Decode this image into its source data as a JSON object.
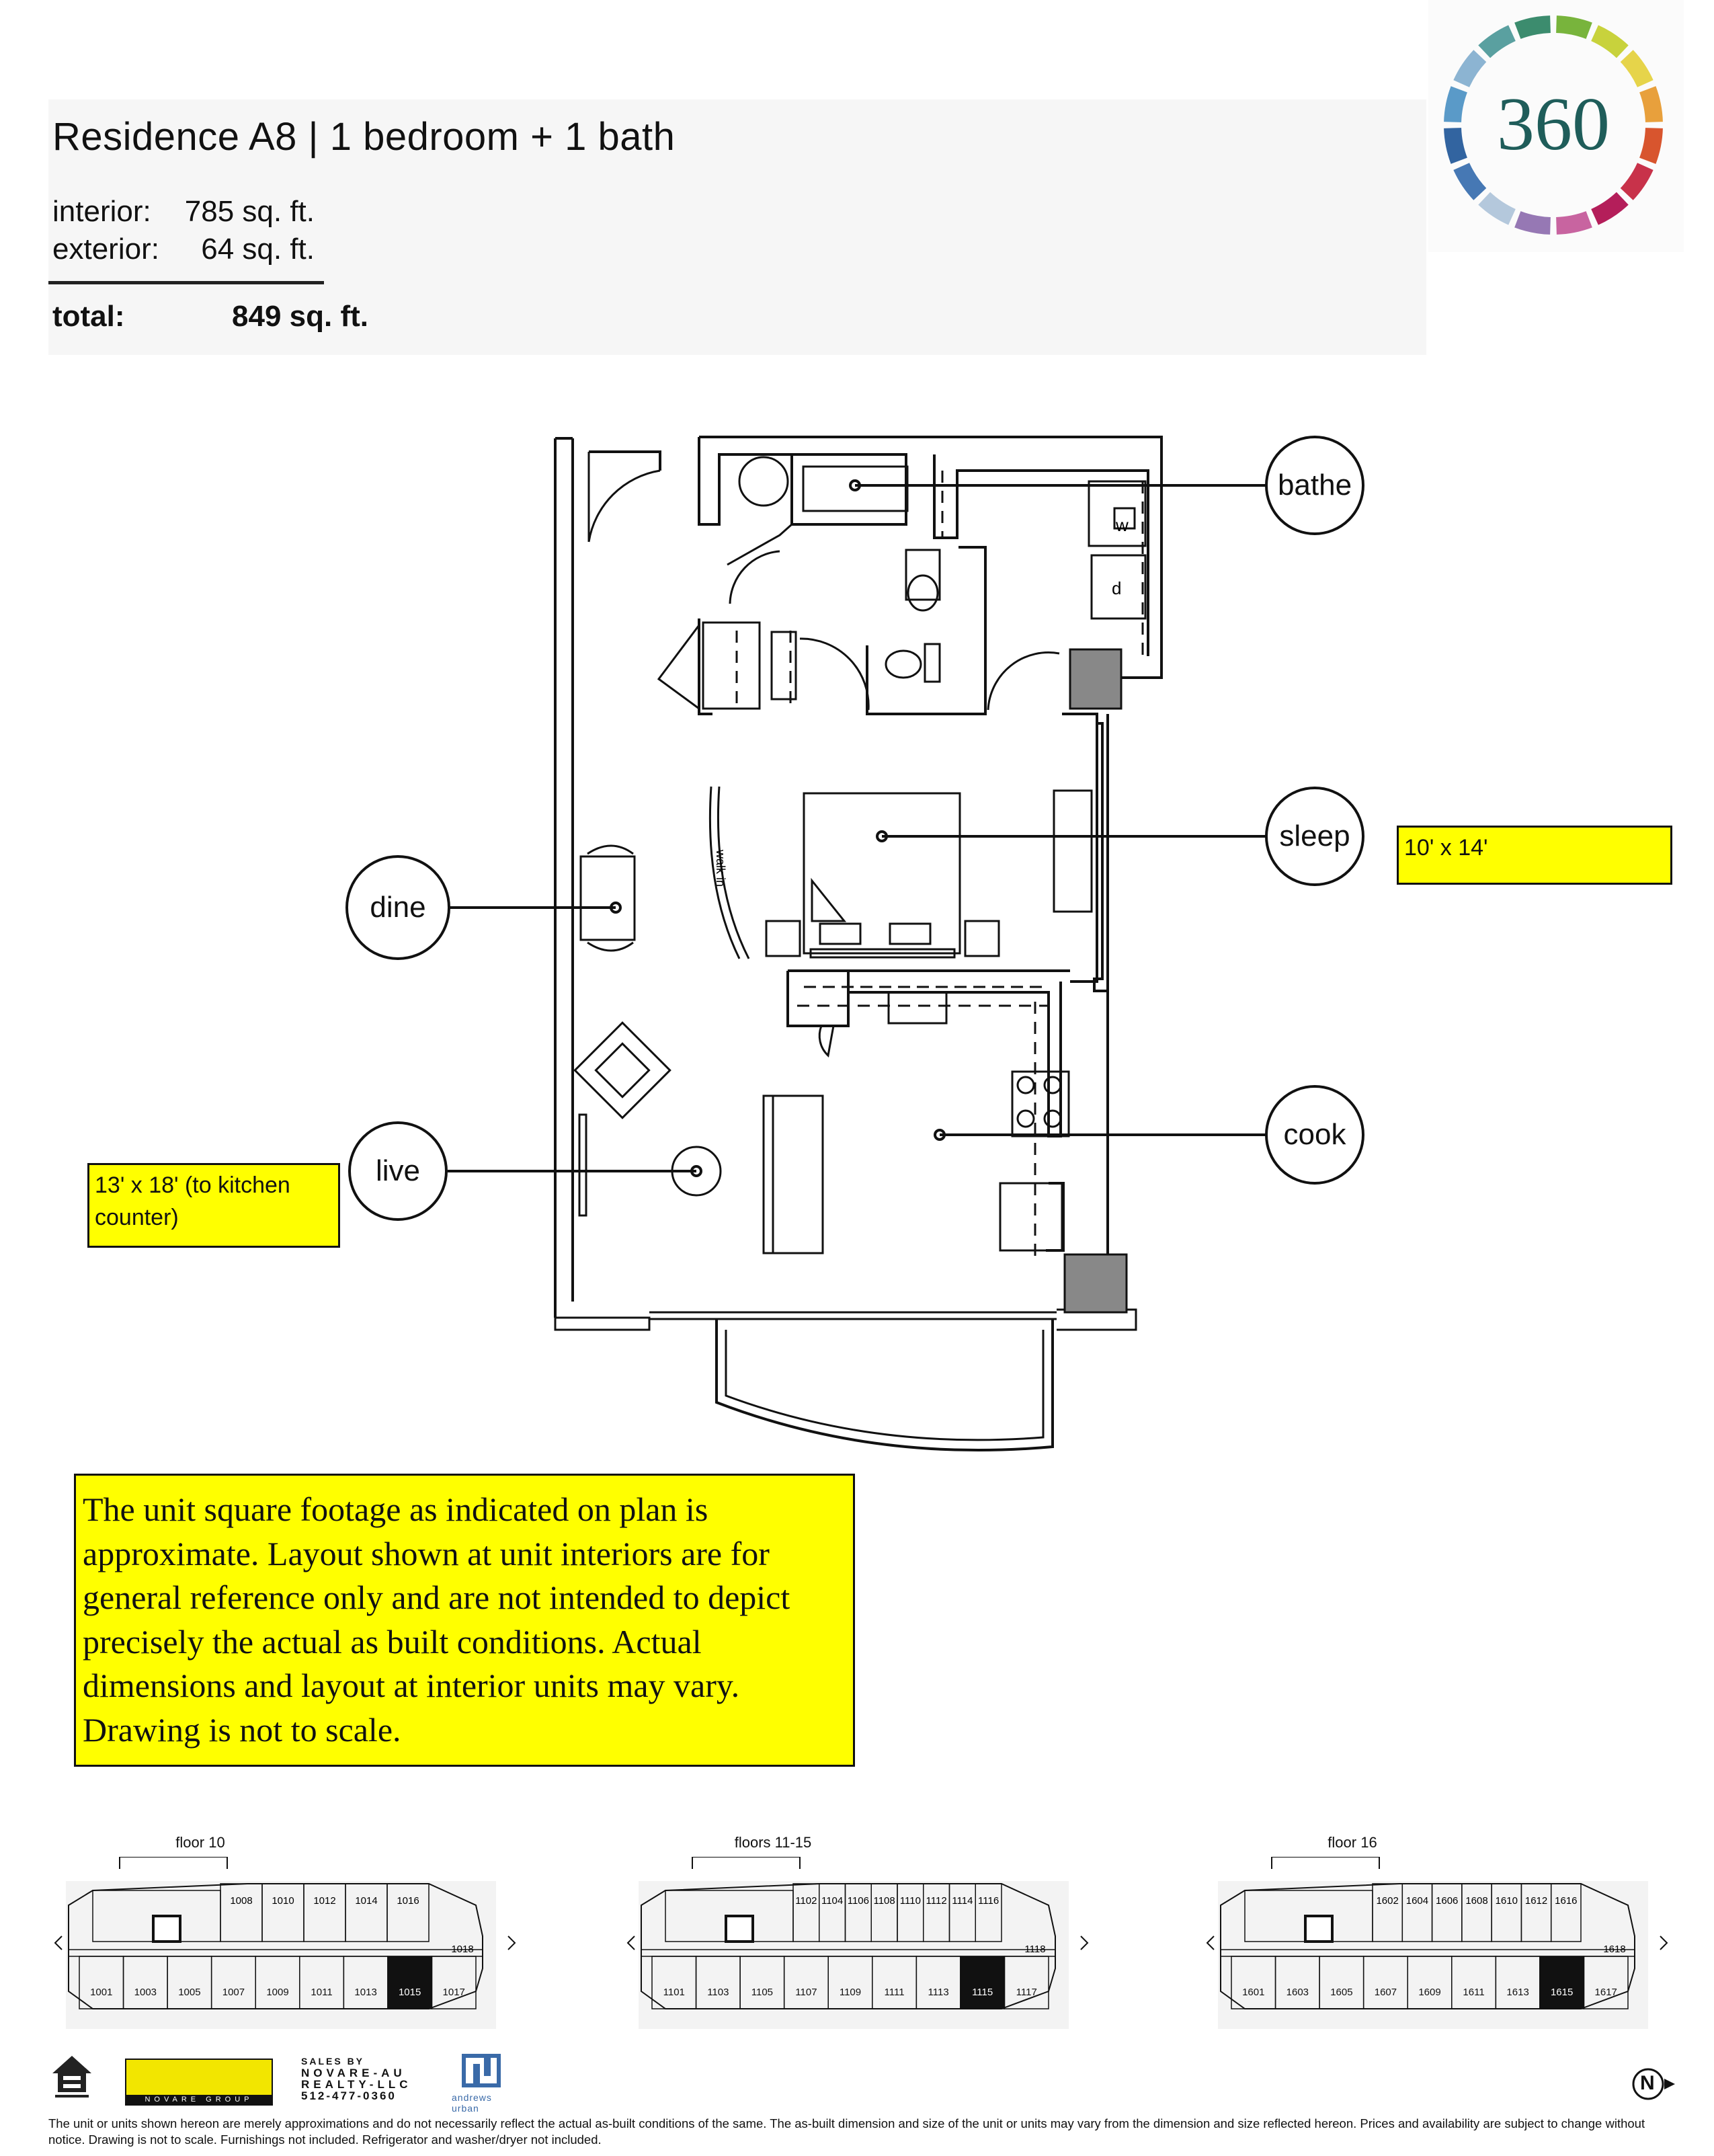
{
  "header": {
    "title": "Residence A8 | 1 bedroom + 1 bath",
    "interior_label": "interior:",
    "interior_value": "785 sq. ft.",
    "exterior_label": "exterior:",
    "exterior_value": "64 sq. ft.",
    "total_label": "total:",
    "total_value": "849 sq. ft."
  },
  "brand": {
    "logo_text": "360",
    "ring_colors": [
      "#78b43c",
      "#c8d23c",
      "#e6d44a",
      "#e8a03c",
      "#d8552e",
      "#c8324a",
      "#b41e5a",
      "#c864a0",
      "#9678b4",
      "#b4c8dc",
      "#4678b4",
      "#3264a0",
      "#5a9ac8",
      "#8cb4d2",
      "#5aa0a0",
      "#3c8c6e"
    ],
    "logo_color": "#1f5d5a"
  },
  "rooms": {
    "bathe": "bathe",
    "sleep": "sleep",
    "dine": "dine",
    "live": "live",
    "cook": "cook",
    "walk_in_closet": "walk in",
    "washer": "w",
    "dryer": "d"
  },
  "dimensions": {
    "sleep": "10' x 14'",
    "live": "13' x 18' (to kitchen counter)"
  },
  "disclaimer": "The unit square footage as indicated on plan is approximate.  Layout shown at unit interiors are for general reference only and are not intended to depict precisely the actual as built conditions.  Actual dimensions and layout at interior units may vary.  Drawing is not to scale.",
  "key_plans": [
    {
      "label": "floor 10",
      "top_units": [
        "1008",
        "1010",
        "1012",
        "1014",
        "1016"
      ],
      "side_unit": "1018",
      "bottom_units": [
        "1001",
        "1003",
        "1005",
        "1007",
        "1009",
        "1011",
        "1013",
        "1015",
        "1017"
      ],
      "highlight": "1015"
    },
    {
      "label": "floors 11-15",
      "top_units": [
        "1102",
        "1104",
        "1106",
        "1108",
        "1110",
        "1112",
        "1114",
        "1116"
      ],
      "side_unit": "1118",
      "bottom_units": [
        "1101",
        "1103",
        "1105",
        "1107",
        "1109",
        "1111",
        "1113",
        "1115",
        "1117"
      ],
      "highlight": "1115"
    },
    {
      "label": "floor 16",
      "top_units": [
        "1602",
        "1604",
        "1606",
        "1608",
        "1610",
        "1612",
        "1616"
      ],
      "side_unit": "1618",
      "bottom_units": [
        "1601",
        "1603",
        "1605",
        "1607",
        "1609",
        "1611",
        "1613",
        "1615",
        "1617"
      ],
      "highlight": "1615"
    }
  ],
  "footer_logos": {
    "novare_group": "NOVARE GROUP",
    "sales_by": "SALES BY",
    "sales_company_1": "NOVARE-AU",
    "sales_company_2": "REALTY-LLC",
    "sales_phone": "512-477-0360",
    "andrews_urban": "andrews urban"
  },
  "compass": "N",
  "footer_text": "The unit or units shown hereon are merely approximations and do not necessarily reflect the actual as-built conditions of the same. The as-built dimension and size of the unit or units may vary from the dimension and size reflected hereon. Prices and availability are subject to change without notice. Drawing is not to scale. Furnishings not included. Refrigerator and washer/dryer not included."
}
